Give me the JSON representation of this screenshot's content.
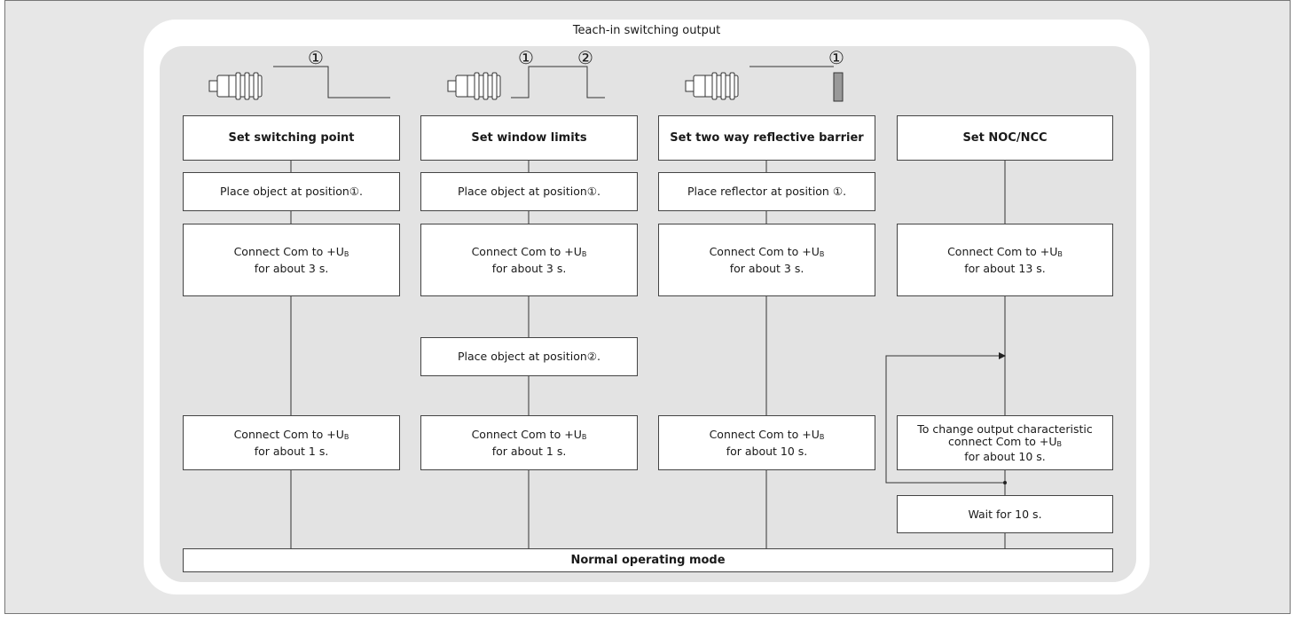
{
  "diagram": {
    "title": "Teach-in switching output",
    "position_marker_1": "①",
    "position_marker_2": "②",
    "columns": [
      {
        "heading": "Set switching point",
        "place1": {
          "text": "Place object at position",
          "marker": "①",
          "suffix": "."
        },
        "connect1": {
          "line1_prefix": "Connect Com to +U",
          "subscript": "B",
          "line2": "for about 3 s."
        },
        "connect2": {
          "line1_prefix": "Connect Com to +U",
          "subscript": "B",
          "line2": "for about 1 s."
        }
      },
      {
        "heading": "Set window limits",
        "place1": {
          "text": "Place object at position",
          "marker": "①",
          "suffix": "."
        },
        "connect1": {
          "line1_prefix": "Connect Com to +U",
          "subscript": "B",
          "line2": "for about 3 s."
        },
        "place2": {
          "text": "Place object at position",
          "marker": "②",
          "suffix": "."
        },
        "connect2": {
          "line1_prefix": "Connect Com to +U",
          "subscript": "B",
          "line2": "for about 1 s."
        }
      },
      {
        "heading": "Set two way reflective barrier",
        "place1": {
          "text": "Place reflector at position ",
          "marker": "①",
          "suffix": "."
        },
        "connect1": {
          "line1_prefix": "Connect Com to +U",
          "subscript": "B",
          "line2": "for about 3 s."
        },
        "connect2": {
          "line1_prefix": "Connect Com to +U",
          "subscript": "B",
          "line2": "for about 10 s."
        }
      },
      {
        "heading": "Set NOC/NCC",
        "connect1": {
          "line1_prefix": "Connect Com to +U",
          "subscript": "B",
          "line2": "for about 13 s."
        },
        "change": {
          "line1": "To change output characteristic",
          "line2_prefix": "connect Com to +U",
          "subscript": "B",
          "line3": "for about 10 s."
        },
        "wait": "Wait for 10 s."
      }
    ],
    "normal_mode": "Normal operating mode"
  }
}
